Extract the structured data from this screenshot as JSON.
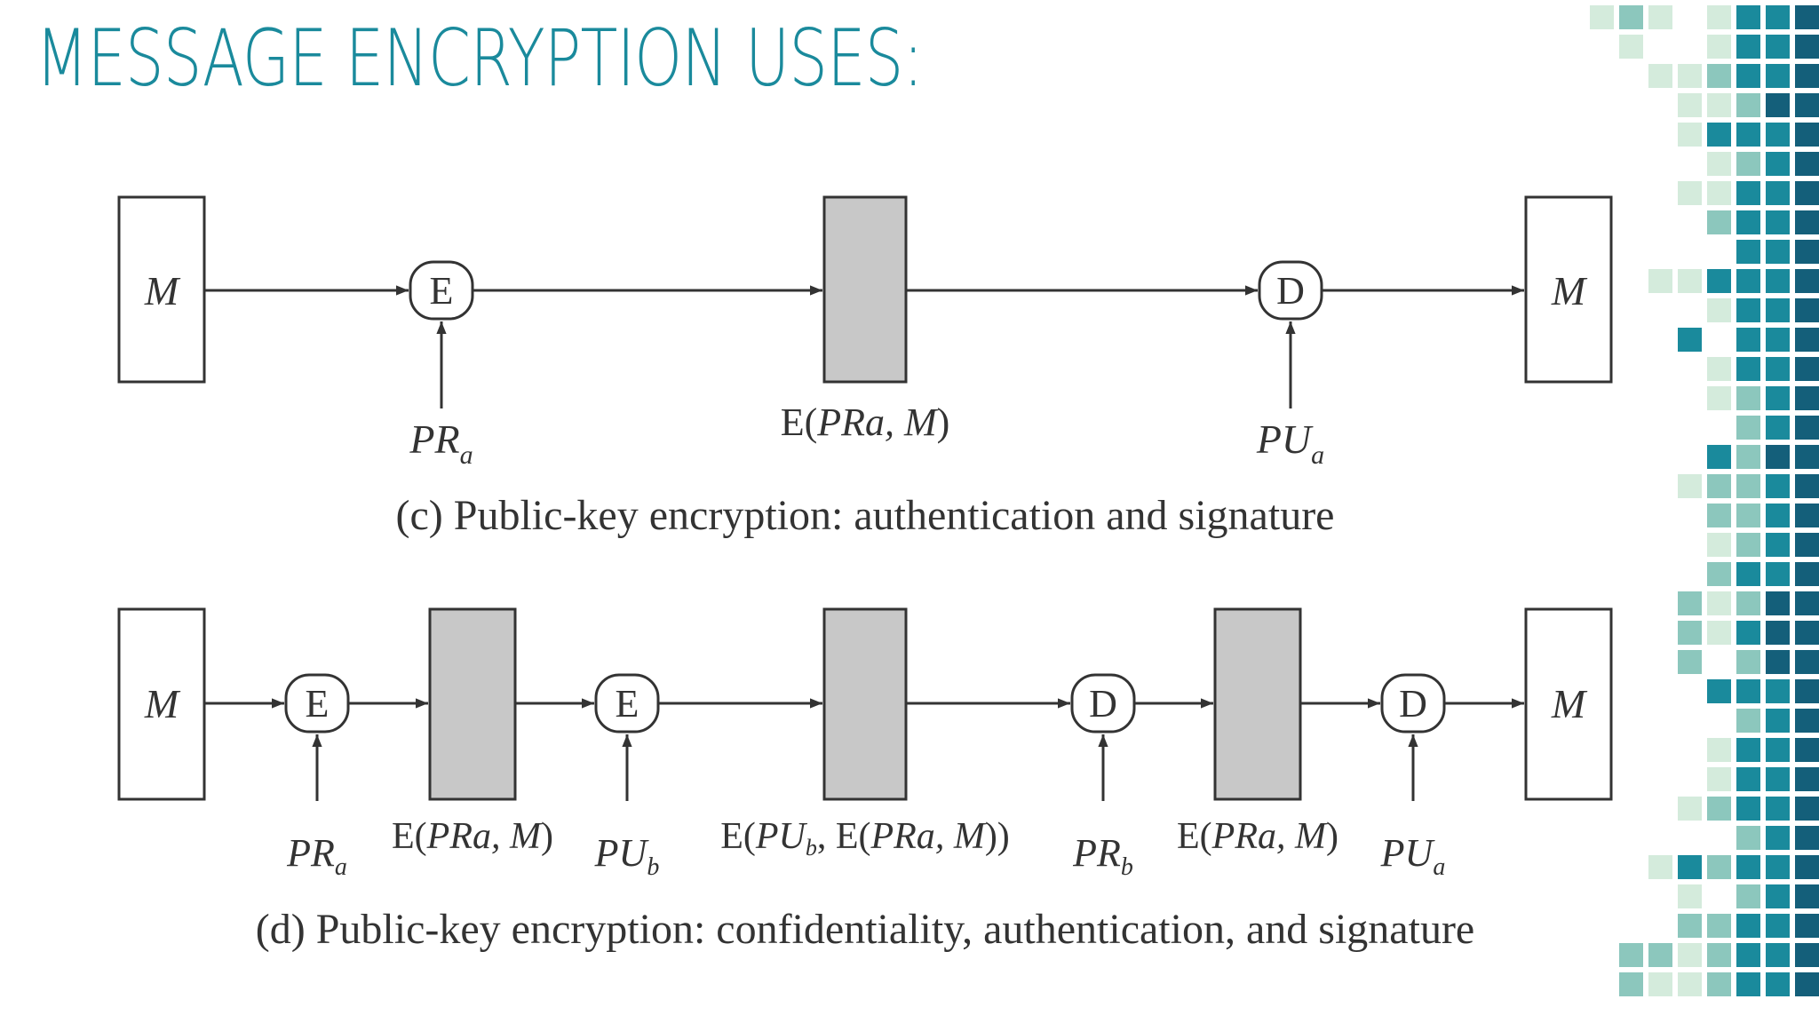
{
  "slide": {
    "title": "MESSAGE ENCRYPTION USES:",
    "accent_color": "#1a8a9c"
  },
  "diagram_c": {
    "caption": "(c) Public-key encryption: authentication and signature",
    "source_box": "M",
    "dest_box": "M",
    "encrypt_node": "E",
    "decrypt_node": "D",
    "key_in": {
      "base": "PR",
      "sub": "a"
    },
    "key_out": {
      "base": "PU",
      "sub": "a"
    },
    "ciphertext": {
      "pre": "E(",
      "key": "PRa",
      "mid": ", ",
      "msg": "M",
      "post": ")"
    }
  },
  "diagram_d": {
    "caption": "(d) Public-key encryption: confidentiality, authentication, and signature",
    "source_box": "M",
    "dest_box": "M",
    "node1": "E",
    "node2": "E",
    "node3": "D",
    "node4": "D",
    "key1": {
      "base": "PR",
      "sub": "a"
    },
    "key2": {
      "base": "PU",
      "sub": "b"
    },
    "key3": {
      "base": "PR",
      "sub": "b"
    },
    "key4": {
      "base": "PU",
      "sub": "a"
    },
    "cipher1": {
      "pre": "E(",
      "key": "PRa",
      "mid": ", ",
      "msg": "M",
      "post": ")"
    },
    "cipher2": {
      "pre": "E(",
      "key": "PU",
      "sub": "b",
      "mid": ", E(",
      "key2": "PRa",
      "mid2": ", ",
      "msg": "M",
      "post": "))"
    },
    "cipher3": {
      "pre": "E(",
      "key": "PRa",
      "mid": ", ",
      "msg": "M",
      "post": ")"
    }
  },
  "colors": {
    "stroke": "#333333",
    "shaded_box": "#c8c8c8",
    "mosaic_light": "#d4ebdc",
    "mosaic_mid": "#8cc7bd",
    "mosaic_teal": "#1a8a9c",
    "mosaic_dark": "#145f7a"
  }
}
